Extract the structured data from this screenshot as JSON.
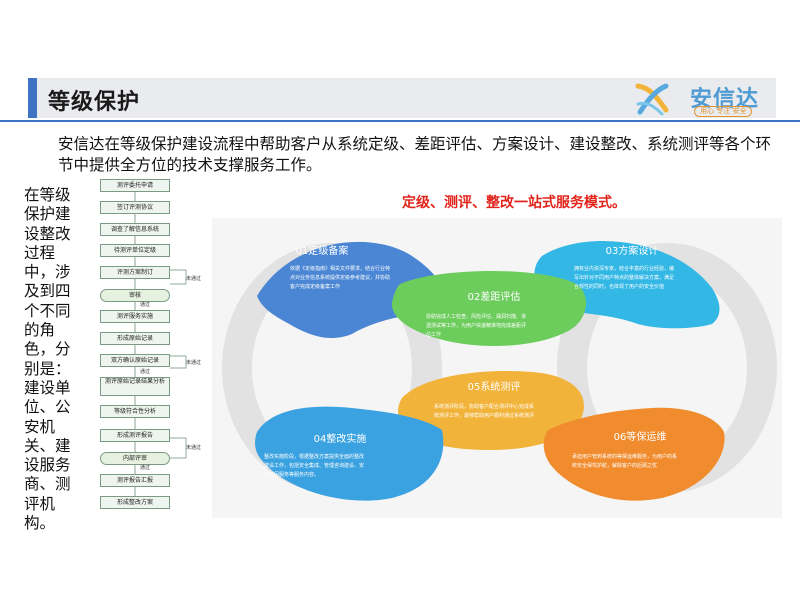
{
  "header": {
    "title": "等级保护",
    "brand": "安信达",
    "brand_slogan": "用心 专注 安全"
  },
  "intro": "安信达在等级保护建设流程中帮助客户从系统定级、差距评估、方案设计、建设整改、系统测评等各个环节中提供全方位的技术支撑服务工作。",
  "side_text": "在等级保护建设整改过程中，涉及到四个不同的角色，分别是：建设单位、公安机关、建设服务商、测评机构。",
  "flowchart": {
    "steps": [
      "测评委托申请",
      "签订评测协议",
      "调查了解信息系统",
      "待测评单位定级",
      "评测方案制订",
      "审核",
      "测评服务实施",
      "形成原始记录",
      "双方确认原始记录",
      "测评原始记录结果分析",
      "等级符合性分析",
      "形成测评报告",
      "内部评审",
      "测评报告汇报",
      "形成整改方案"
    ],
    "notes": {
      "not_passed": "未通过",
      "passed": "通过"
    }
  },
  "slogan": "定级、测评、整改一站式服务模式。",
  "nodes": [
    {
      "num_title": "01定级备案",
      "desc": [
        "依据《定级指南》相关文件要求，结合行业特",
        "点对业务信息系统提供定级参考建议，并协助",
        "客户完成定级备案工作"
      ],
      "color": "#4a86d4"
    },
    {
      "num_title": "02差距评估",
      "desc": [
        "协助完成人工检查、风险评估、漏洞扫描、渗",
        "透测试等工作，为用户快速精准地完成差距评",
        "估工作"
      ],
      "color": "#6ccc5c"
    },
    {
      "num_title": "03方案设计",
      "desc": [
        "拥有业内资深专家，结合丰富的行业经验，编",
        "写出针对不同用户特点的整体解决方案，满足",
        "合规性的同时，也体现了用户的安全价值"
      ],
      "color": "#33b7e5"
    },
    {
      "num_title": "04整改实施",
      "desc": [
        "整改实施阶段，根据整改方案提供全面的整改",
        "建设工作，包括安全集成、管理咨询建设、安",
        "全加固服务等服务内容。"
      ],
      "color": "#3aa2e0"
    },
    {
      "num_title": "05系统测评",
      "desc": [
        "系统测评阶段，协助客户配合测评中心完成系",
        "统测评工作，最够帮助用户顺利通过系统测评"
      ],
      "color": "#f2b33a"
    },
    {
      "num_title": "06等保运维",
      "desc": [
        "承担用户管到系统的等保运维服务，为用户的系",
        "统安全保驾护航，解除客户的后顾之忧"
      ],
      "color": "#f08c2e"
    }
  ],
  "colors": {
    "accent": "#3f74c4",
    "slogan_red": "#e2231a",
    "ring_gray": "#e6e6e6"
  }
}
